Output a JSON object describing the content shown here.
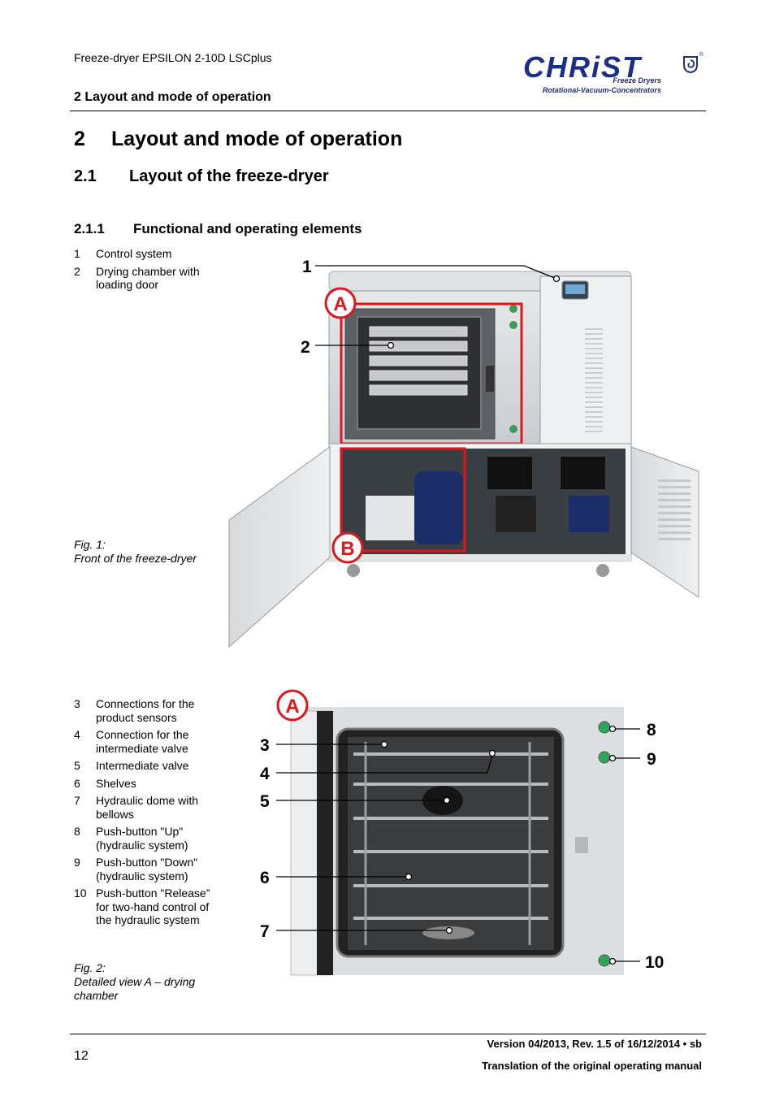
{
  "header": {
    "product": "Freeze-dryer EPSILON 2-10D LSCplus",
    "section": "2 Layout and mode of operation",
    "logo": {
      "word": "CHRiST",
      "line1": "Freeze Dryers",
      "line2": "Rotational-Vacuum-Concentrators",
      "registered": "®",
      "brand_color": "#1d2d8c"
    }
  },
  "headings": {
    "h1": {
      "num": "2",
      "text": "Layout and mode of operation"
    },
    "h2": {
      "num": "2.1",
      "text": "Layout of the freeze-dryer"
    },
    "h3": {
      "num": "2.1.1",
      "text": "Functional and operating elements"
    }
  },
  "legend1": [
    {
      "n": "1",
      "text": "Control system"
    },
    {
      "n": "2",
      "text": "Drying chamber with loading door"
    }
  ],
  "figure1": {
    "caption_label": "Fig. 1:",
    "caption_text": "Front of the freeze-dryer",
    "callouts": {
      "c1": "1",
      "c2": "2",
      "frame_a": "A",
      "frame_b": "B"
    },
    "frame_color": "#e0161b"
  },
  "legend2": [
    {
      "n": "3",
      "text": "Connections for the product sensors"
    },
    {
      "n": "4",
      "text": "Connection for the intermediate valve"
    },
    {
      "n": "5",
      "text": "Intermediate valve"
    },
    {
      "n": "6",
      "text": "Shelves"
    },
    {
      "n": "7",
      "text": "Hydraulic dome with bellows"
    },
    {
      "n": "8",
      "text": "Push-button \"Up\" (hydraulic system)"
    },
    {
      "n": "9",
      "text": "Push-button \"Down\" (hydraulic system)"
    },
    {
      "n": "10",
      "text": "Push-button \"Release” for two-hand control of the hydraulic system"
    }
  ],
  "figure2": {
    "caption_label": "Fig. 2:",
    "caption_text": "Detailed view A – drying chamber",
    "callouts": {
      "frame_a": "A",
      "c3": "3",
      "c4": "4",
      "c5": "5",
      "c6": "6",
      "c7": "7",
      "c8": "8",
      "c9": "9",
      "c10": "10"
    }
  },
  "footer": {
    "page": "12",
    "version": "Version 04/2013, Rev. 1.5 of 16/12/2014 • sb",
    "translation": "Translation of the original operating manual"
  }
}
